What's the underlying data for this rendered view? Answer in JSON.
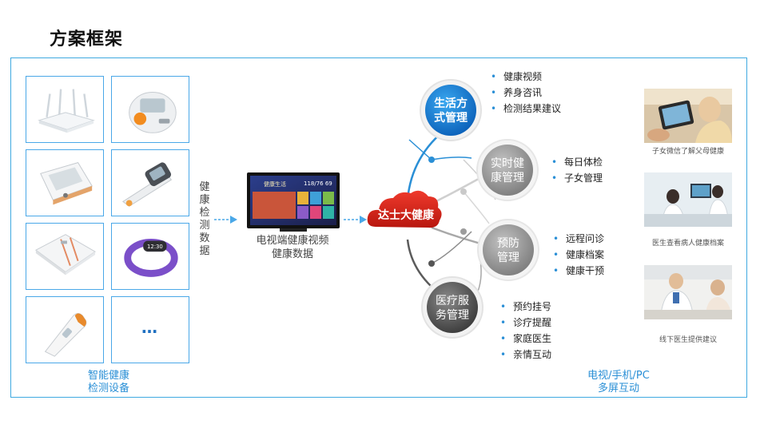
{
  "title": "方案框架",
  "devices_label": [
    "智能健康",
    "检测设备"
  ],
  "more_symbol": "…",
  "vertical_label": [
    "健",
    "康",
    "检",
    "测",
    "数",
    "据"
  ],
  "tv": {
    "caption": [
      "电视端健康视频",
      "健康数据"
    ],
    "screen_title": "健康生活",
    "screen_reading": "118/76  69"
  },
  "hub_label": "达士大健康",
  "modules": [
    {
      "label": [
        "生活方",
        "式管理"
      ],
      "items": [
        "健康视频",
        "养身咨讯",
        "检测结果建议"
      ]
    },
    {
      "label": [
        "实时健",
        "康管理"
      ],
      "items": [
        "每日体检",
        "子女管理"
      ]
    },
    {
      "label": [
        "预防",
        "管理"
      ],
      "items": [
        "远程问诊",
        "健康档案",
        "健康干预"
      ]
    },
    {
      "label": [
        "医疗服",
        "务管理"
      ],
      "items": [
        "预约挂号",
        "诊疗提醒",
        "家庭医生",
        "亲情互动"
      ]
    }
  ],
  "photos": [
    {
      "caption": "子女微信了解父母健康"
    },
    {
      "caption": "医生查看病人健康档案"
    },
    {
      "caption": "线下医生提供建议"
    }
  ],
  "screens_label": [
    "电视/手机/PC",
    "多屏互动"
  ],
  "colors": {
    "frame": "#3fa9e0",
    "accent_blue": "#1e7fd6",
    "hub_red": "#d9261c",
    "circle_grey": "#9a9a9a"
  }
}
